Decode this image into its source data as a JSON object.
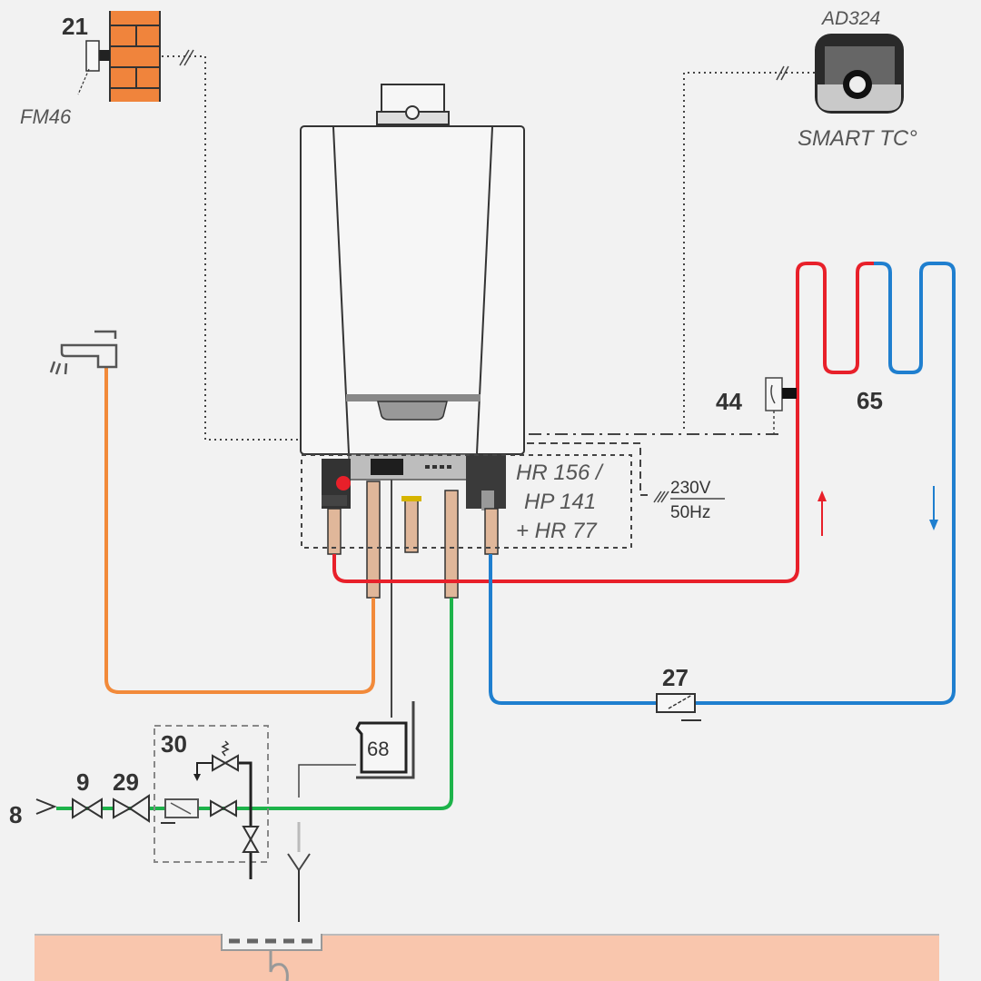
{
  "diagram": {
    "type": "boiler-hydraulic-installation-schematic",
    "labels": {
      "outdoor_sensor_num": "21",
      "outdoor_sensor_model": "FM46",
      "room_control_model": "AD324",
      "room_control_name": "SMART TC°",
      "kit_line1": "HR 156 /",
      "kit_line2": "HP 141",
      "kit_line3": "+ HR 77",
      "power_line1": "230V",
      "power_line2": "50Hz",
      "safety_thermostat_num": "44",
      "floor_heating_num": "65",
      "filter_num": "27",
      "condensate_neutraliser_num": "68",
      "safety_group_num": "30",
      "inlet_num": "8",
      "stop_valve_num": "9",
      "pressure_reducer_num": "29"
    },
    "pipe_colors": {
      "hot_water": "#f28a3a",
      "heating_flow": "#e8202a",
      "heating_return": "#1f7fcf",
      "cold_water": "#1db34a",
      "floor": "#f9c6ad",
      "brick": "#f0843c"
    }
  }
}
